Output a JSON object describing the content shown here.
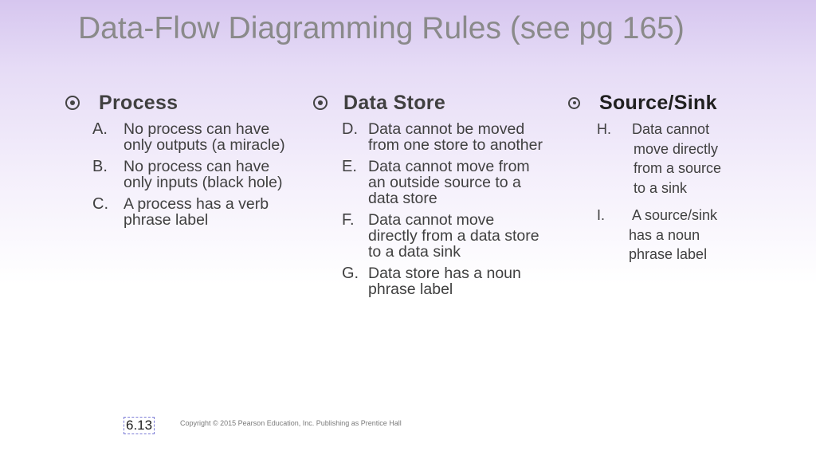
{
  "title": "Data-Flow Diagramming Rules (see pg 165)",
  "columns": [
    {
      "heading": "Process",
      "items": [
        {
          "letter": "A.",
          "text": "No process can have only outputs (a miracle)"
        },
        {
          "letter": "B.",
          "text": "No process can have only inputs (black hole)"
        },
        {
          "letter": "C.",
          "text": "A process has a verb phrase label"
        }
      ]
    },
    {
      "heading": "Data Store",
      "items": [
        {
          "letter": "D.",
          "text": "Data cannot be moved from one store to another"
        },
        {
          "letter": "E.",
          "text": "Data cannot move from an outside source to a data store"
        },
        {
          "letter": "F.",
          "text": "Data cannot move directly from a data store to a data sink"
        },
        {
          "letter": "G.",
          "text": "Data store has a noun phrase label"
        }
      ]
    },
    {
      "heading": "Source/Sink",
      "items": [
        {
          "letter": "H.",
          "first": "Data cannot",
          "lines": [
            "move directly",
            "from a source",
            "to a sink"
          ]
        },
        {
          "letter": "I.",
          "first": "A source/sink",
          "lines": [
            "has a noun",
            "phrase label"
          ]
        }
      ]
    }
  ],
  "footer": {
    "slide_number": "6.13",
    "copyright": "Copyright © 2015 Pearson Education, Inc. Publishing as Prentice Hall"
  },
  "colors": {
    "title": "#8a8a8a",
    "text": "#404040",
    "gradient_top": "#d6c6ef"
  },
  "icons": {
    "bullet": "circle-dot-bullet-icon"
  }
}
